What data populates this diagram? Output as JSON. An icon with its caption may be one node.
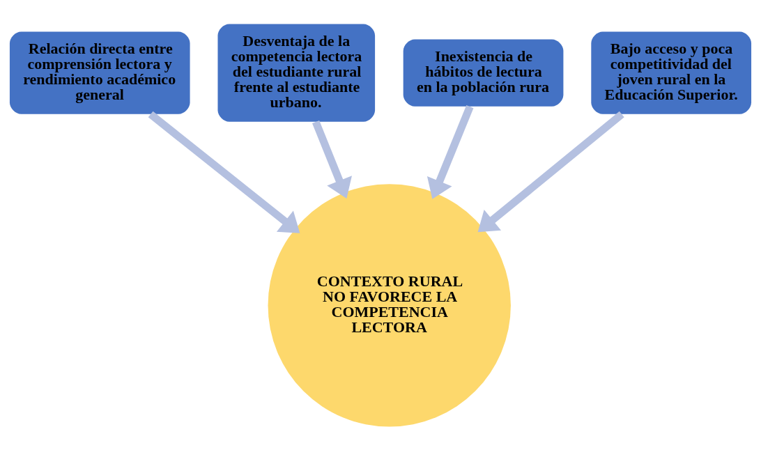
{
  "diagram": {
    "nodes": [
      {
        "text": [
          "Desventaja de la competencia lectora del estudiante rural frente al estudiante urbano."
        ]
      },
      {
        "text": [
          "Inexistencia de hábitos de lectura en la población rura"
        ]
      },
      {
        "text": [
          "Relación directa entre comprensión lectora y rendimiento académico general"
        ]
      },
      {
        "text": [
          "Bajo acceso y poca competitividad del joven rural en la Educación Superior."
        ]
      },
      {
        "text": [
          "CONTEXTO RURAL NO FAVORECE LA COMPETENCIA LECTORA"
        ]
      }
    ],
    "edges": [
      {
        "from": 2,
        "to": 4,
        "arrow": "to"
      },
      {
        "from": 0,
        "to": 4,
        "arrow": "to"
      },
      {
        "from": 1,
        "to": 4,
        "arrow": "to"
      },
      {
        "from": 3,
        "to": 4,
        "arrow": "to"
      }
    ]
  }
}
